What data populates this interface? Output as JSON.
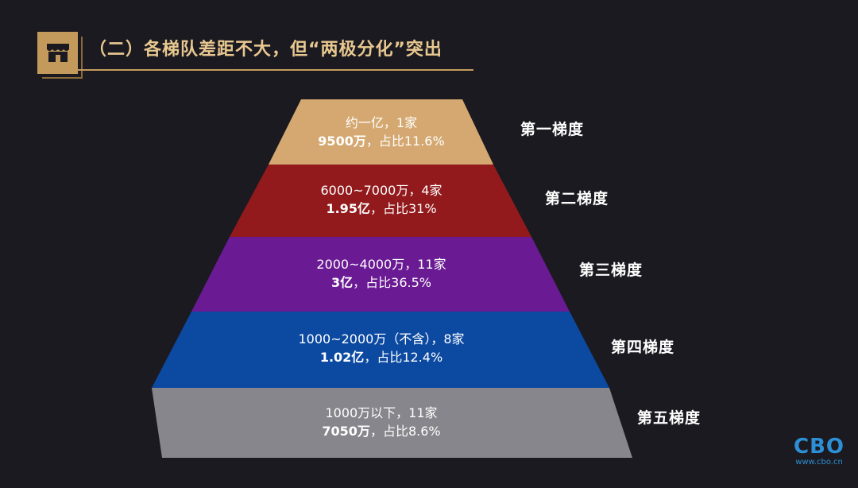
{
  "header": {
    "title": "（二）各梯队差距不大，但“两极分化”突出",
    "icon": "storefront-icon",
    "accent_color": "#c49a5c"
  },
  "tiers": [
    {
      "label": "第一梯度",
      "line1": "约一亿，1家",
      "amount": "9500万",
      "share": "，占比11.6%",
      "color": "#d4a870"
    },
    {
      "label": "第二梯度",
      "line1": "6000~7000万，4家",
      "amount": "1.95亿",
      "share": "，占比31%",
      "color": "#921a1c"
    },
    {
      "label": "第三梯度",
      "line1": "2000~4000万，11家",
      "amount": "3亿",
      "share": "，占比36.5%",
      "color": "#6a1a93"
    },
    {
      "label": "第四梯度",
      "line1": "1000~2000万（不含），8家",
      "amount": "1.02亿",
      "share": "，占比12.4%",
      "color": "#0c4aa2"
    },
    {
      "label": "第五梯度",
      "line1": "1000万以下，11家",
      "amount": "7050万",
      "share": "，占比8.6%",
      "color": "#86868c"
    }
  ],
  "logo": {
    "name": "CBO",
    "url": "www.cbo.cn"
  }
}
